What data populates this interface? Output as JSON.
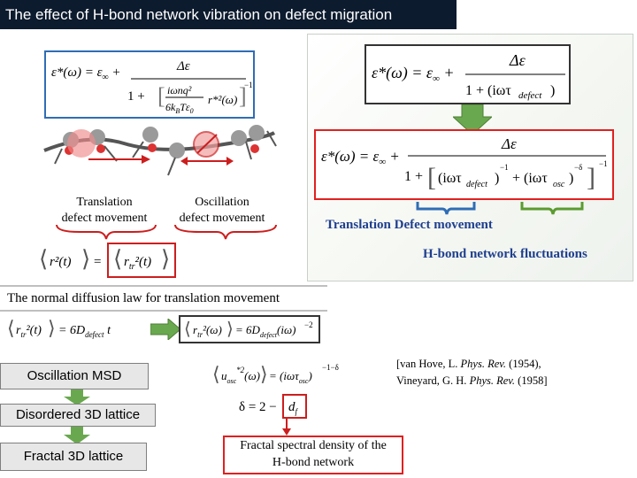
{
  "title": "The effect of H-bond network vibration on defect migration",
  "labels": {
    "translation_movement": "Translation\ndefect movement",
    "oscillation_movement": "Oscillation\ndefect movement",
    "translation_defect_movement": "Translation Defect movement",
    "hbond_fluctuations": "H-bond network fluctuations",
    "normal_diffusion_law": "The normal diffusion law for translation movement",
    "fractal_spectral_density": "Fractal spectral density of the\nH-bond network"
  },
  "flow_boxes": {
    "oscillation_msd": "Oscillation MSD",
    "disordered_lattice": "Disordered 3D lattice",
    "fractal_lattice": "Fractal 3D lattice"
  },
  "reference": {
    "line1_authors": "[van Hove, L. ",
    "line1_journal": "Phys. Rev.",
    "line1_year": " (1954),",
    "line2_authors": "Vineyard, G. H. ",
    "line2_journal": "Phys. Rev.",
    "line2_year": " (1958]"
  },
  "colors": {
    "title_bg": "#0d1b2e",
    "blue": "#2f6db5",
    "green": "#5b9b2f",
    "red": "#e02020",
    "label_blue": "#1f3f8f",
    "arrow_green": "#6aa84f",
    "arrow_gray": "#a0a0a0"
  },
  "icons": [
    "arrow-down-icon",
    "arrow-right-icon",
    "molecule-chain-icon",
    "brace-icon"
  ]
}
